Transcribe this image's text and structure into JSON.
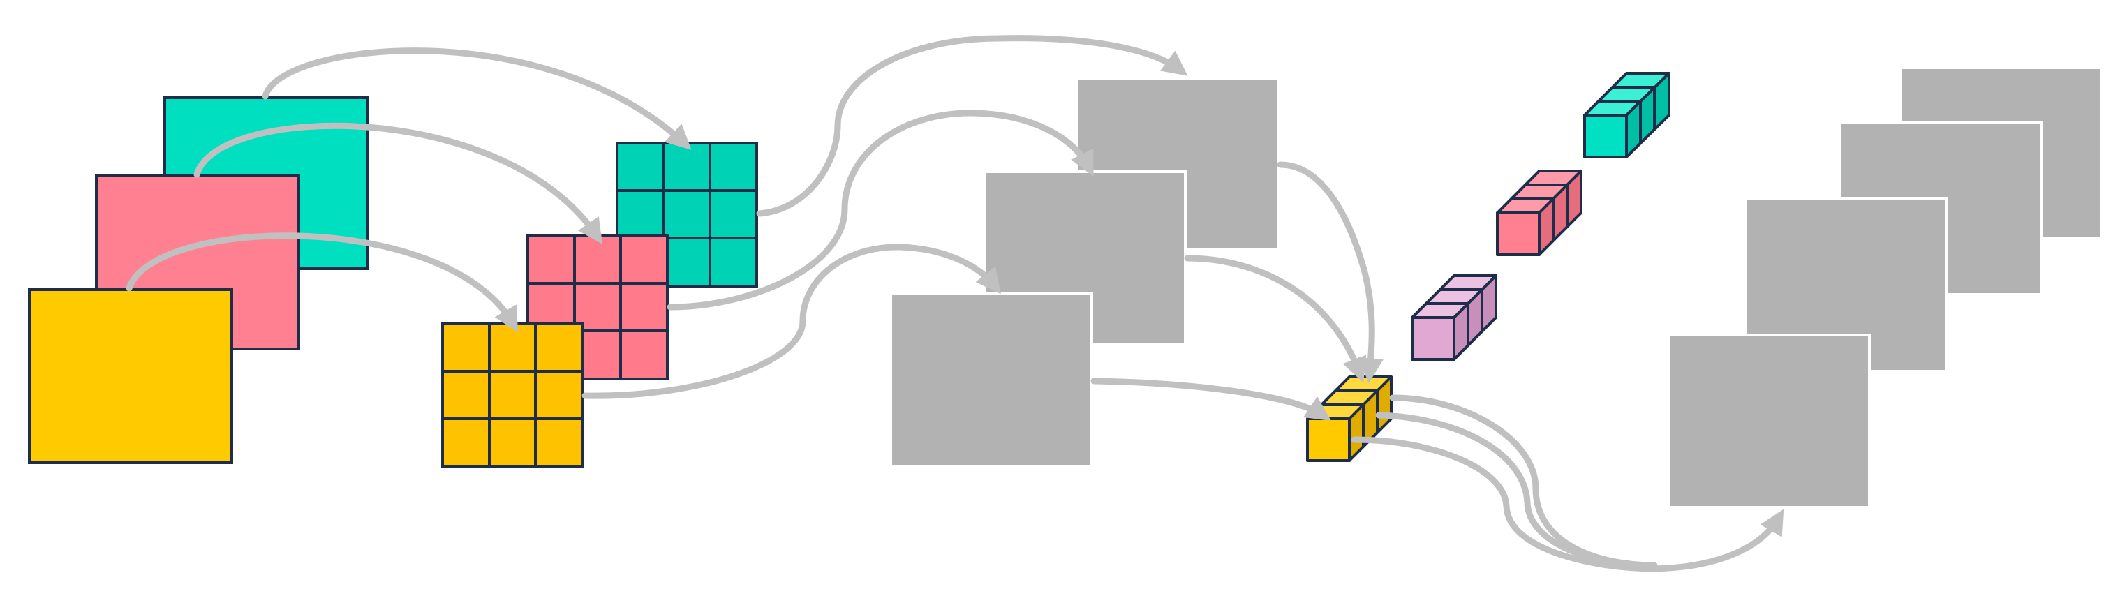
{
  "diagram": {
    "kind": "depthwise-separable-convolution",
    "colors": {
      "background": "#ffffff",
      "teal": "#00dfc0",
      "pink": "#ff8091",
      "yellow": "#ffcb00",
      "lavender": "#e1a8d3",
      "gray": "#b2b2b2",
      "outline": "#1d2d4a",
      "arrow": "#c0c0c0"
    },
    "icons": {
      "input_channels": "square-layer",
      "kernels": "grid-3x3",
      "intermediate_maps": "gray-feature-map",
      "pointwise_kernels": "cube-stack-1x1",
      "output_maps": "gray-feature-map"
    }
  }
}
